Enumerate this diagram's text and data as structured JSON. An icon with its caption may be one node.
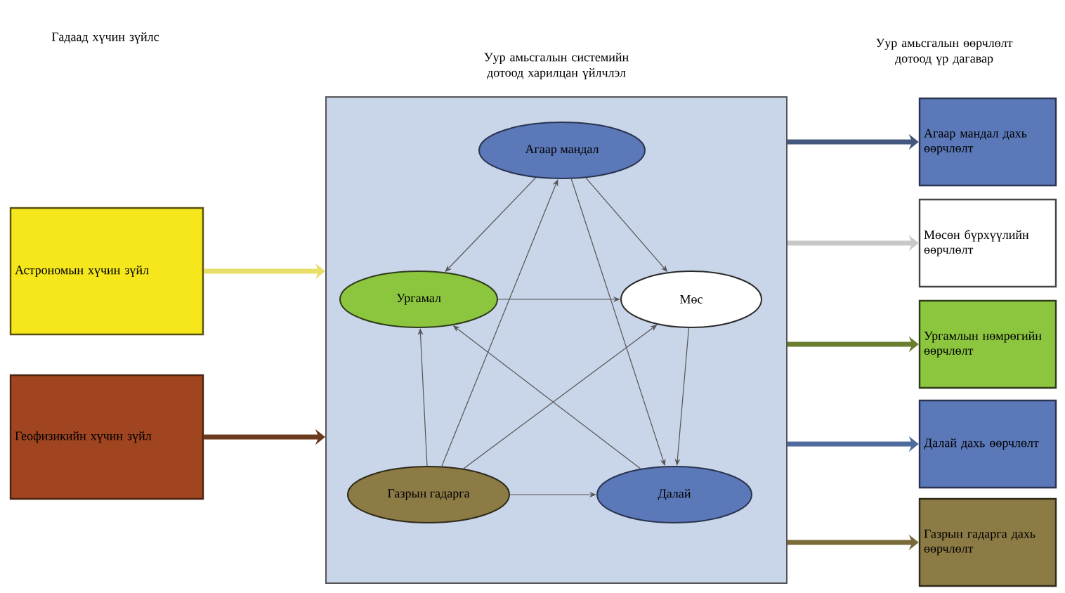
{
  "diagram": {
    "nodes": [
      {
        "text": [
          "Уур амьсгалын системийн дотоод харилцан үйлчлэл"
        ]
      },
      {
        "text": [
          "Агаар мандал"
        ],
        "in": 0
      },
      {
        "text": [
          "Ургамал"
        ],
        "in": 0
      },
      {
        "text": [
          "Мөс"
        ],
        "in": 0
      },
      {
        "text": [
          "Газрын гадарга"
        ],
        "in": 0
      },
      {
        "text": [
          "Далай"
        ],
        "in": 0
      },
      {
        "text": [
          "Астрономын хүчин зүйл"
        ]
      },
      {
        "text": [
          "Геофизикийн хүчин зүйл"
        ]
      },
      {
        "text": [
          "Агаар мандал дахь өөрчлөлт"
        ]
      },
      {
        "text": [
          "Мөсөн бүрхүүлийн өөрчлөлт"
        ]
      },
      {
        "text": [
          "Ургамлын нөмрөгийн өөрчлөлт"
        ]
      },
      {
        "text": [
          "Далай дахь өөрчлөлт"
        ]
      },
      {
        "text": [
          "Газрын гадарга дахь өөрчлөлт"
        ]
      }
    ],
    "edges": [
      {
        "from": 1,
        "to": 2,
        "arrow": "to"
      },
      {
        "from": 1,
        "to": 3,
        "arrow": "to"
      },
      {
        "from": 2,
        "to": 3,
        "arrow": "to"
      },
      {
        "from": 4,
        "to": 2,
        "arrow": "to"
      },
      {
        "from": 4,
        "to": 1,
        "arrow": "to"
      },
      {
        "from": 1,
        "to": 5,
        "arrow": "to"
      },
      {
        "from": 3,
        "to": 5,
        "arrow": "to"
      },
      {
        "from": 4,
        "to": 3,
        "arrow": "to"
      },
      {
        "from": 5,
        "to": 2,
        "arrow": "to"
      },
      {
        "from": 4,
        "to": 5,
        "arrow": "to"
      },
      {
        "from": 6,
        "to": 0,
        "arrow": "to",
        "style": "thick",
        "color": "#e8df6a"
      },
      {
        "from": 7,
        "to": 0,
        "arrow": "to",
        "style": "thick",
        "color": "#6b3a1e"
      },
      {
        "from": 0,
        "to": 8,
        "arrow": "to",
        "style": "thick",
        "color": "#44577f"
      },
      {
        "from": 0,
        "to": 9,
        "arrow": "to",
        "style": "thick",
        "color": "#c8c8c8"
      },
      {
        "from": 0,
        "to": 10,
        "arrow": "to",
        "style": "thick",
        "color": "#6b7d2f"
      },
      {
        "from": 0,
        "to": 11,
        "arrow": "to",
        "style": "thick",
        "color": "#4e6b9e"
      },
      {
        "from": 0,
        "to": 12,
        "arrow": "to",
        "style": "thick",
        "color": "#7a6a3a"
      }
    ],
    "labels": [
      "Гадаад хүчин зүйлс",
      "Уур амьсгалын өөрчлөлт дотоод үр дагавар"
    ]
  }
}
